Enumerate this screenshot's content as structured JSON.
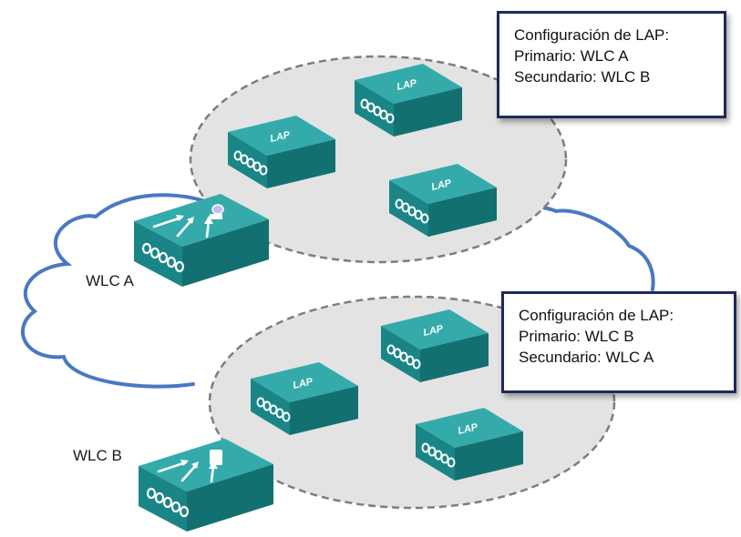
{
  "colors": {
    "cloud_stroke": "#4a78c2",
    "device_top": "#2fa7a6",
    "device_front": "#1a8384",
    "device_side": "#136a6b",
    "site_fill": "#e3e3e3",
    "site_border": "#7d7d7d",
    "box_border": "#1f2a5a"
  },
  "top_site": {
    "config": {
      "title": "Configuración de LAP:",
      "primary": "Primario: WLC A",
      "secondary": "Secundario: WLC B"
    },
    "aps": [
      {
        "label": "LAP",
        "icon": "lightweight-access-point-icon"
      },
      {
        "label": "LAP",
        "icon": "lightweight-access-point-icon"
      },
      {
        "label": "LAP",
        "icon": "lightweight-access-point-icon"
      }
    ],
    "controller": {
      "label": "WLC A",
      "icon": "wireless-lan-controller-icon"
    }
  },
  "bottom_site": {
    "config": {
      "title": "Configuración de LAP:",
      "primary": "Primario: WLC B",
      "secondary": "Secundario: WLC A"
    },
    "aps": [
      {
        "label": "LAP",
        "icon": "lightweight-access-point-icon"
      },
      {
        "label": "LAP",
        "icon": "lightweight-access-point-icon"
      },
      {
        "label": "LAP",
        "icon": "lightweight-access-point-icon"
      }
    ],
    "controller": {
      "label": "WLC B",
      "icon": "wireless-lan-controller-icon"
    }
  }
}
